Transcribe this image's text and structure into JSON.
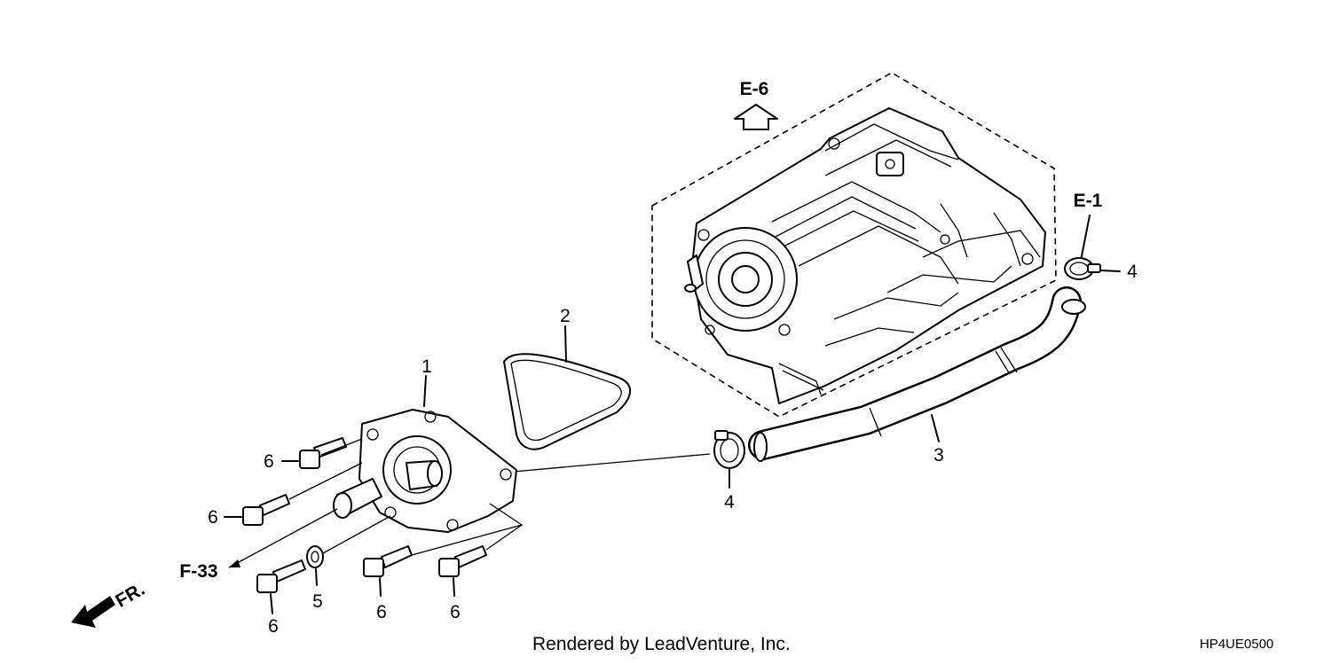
{
  "references": {
    "top": "E-6",
    "right": "E-1",
    "left": "F-33"
  },
  "callouts": {
    "cover": "1",
    "gasket": "2",
    "hose": "3",
    "clamp_upper": "4",
    "clamp_lower": "4",
    "washer": "5",
    "bolt_a": "6",
    "bolt_b": "6",
    "bolt_c": "6",
    "bolt_d": "6",
    "bolt_e": "6"
  },
  "direction_label": "FR.",
  "footer": {
    "credit": "Rendered by LeadVenture, Inc.",
    "diagram_code": "HP4UE0500"
  }
}
